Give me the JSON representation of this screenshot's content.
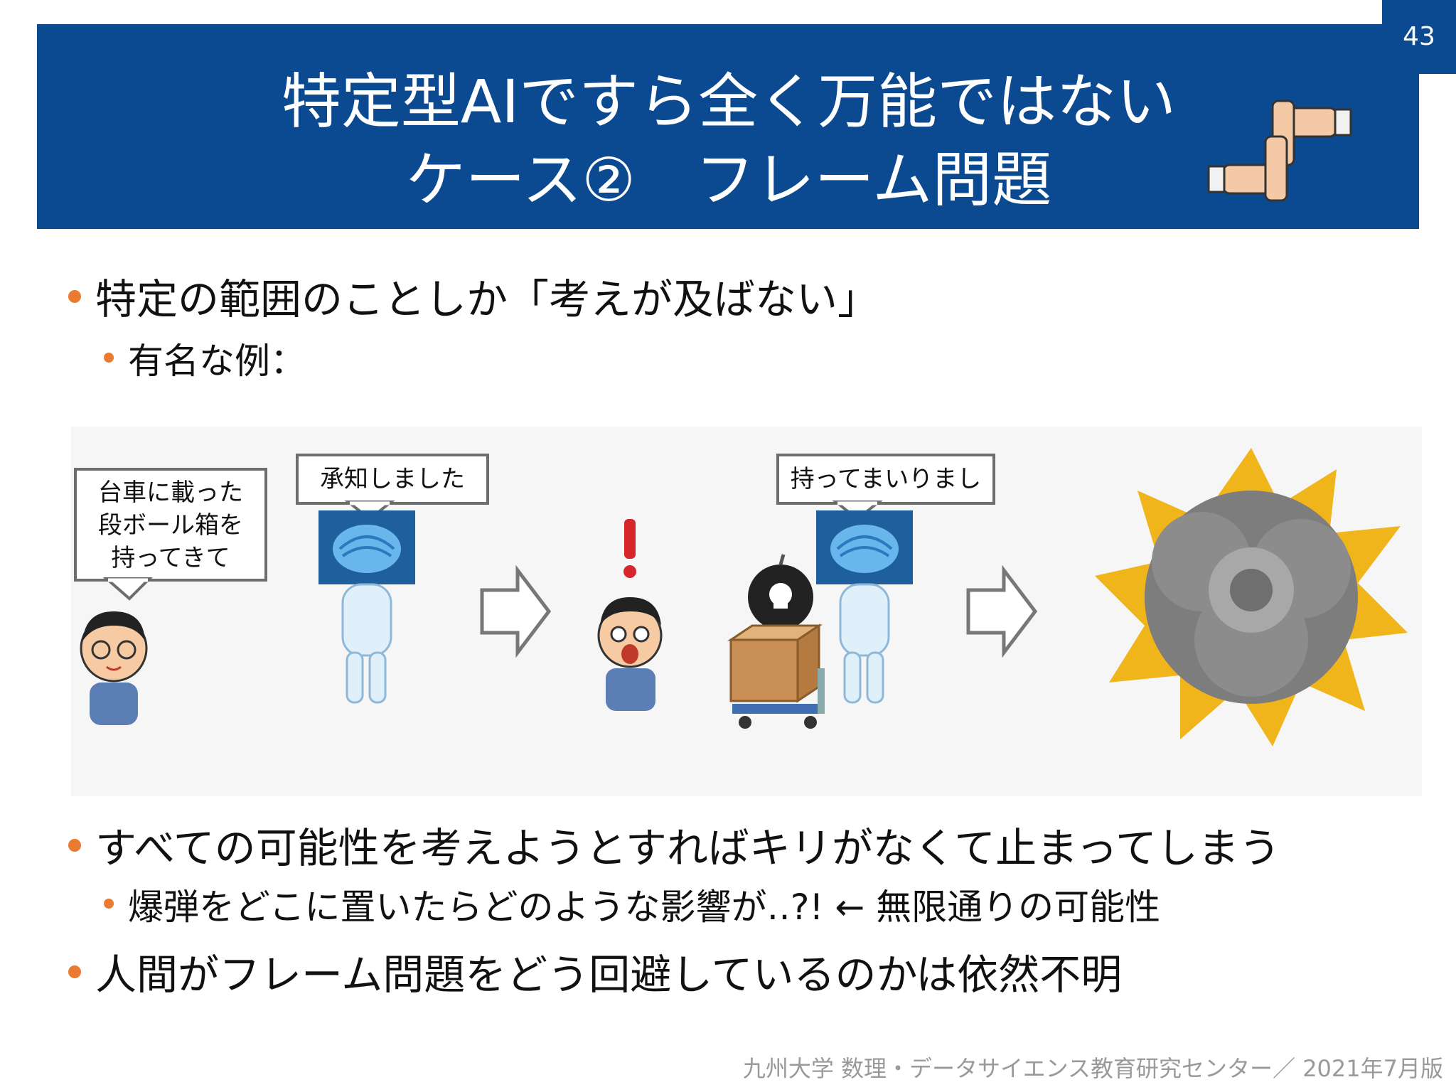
{
  "slide": {
    "page_number": "43",
    "title_line1": "特定型AIですら全く万能ではない",
    "title_line2": "ケース②　フレーム問題"
  },
  "bullets": {
    "b1": "特定の範囲のことしか「考えが及ばない」",
    "b1_sub": "有名な例：",
    "b2": "すべての可能性を考えようとすればキリがなくて止まってしまう",
    "b2_sub": "爆弾をどこに置いたらどのような影響が‥?! ← 無限通りの可能性",
    "b3": "人間がフレーム問題をどう回避しているのかは依然不明"
  },
  "illustration": {
    "bubble_request": [
      "台車に載った",
      "段ボール箱を",
      "持ってきて"
    ],
    "bubble_ack": "承知しました",
    "bubble_done": "持ってまいりました"
  },
  "footer": "九州大学 数理・データサイエンス教育研究センター／ 2021年7月版",
  "colors": {
    "header_blue": "#0b4a91",
    "bullet_orange": "#ea7a2f",
    "footer_gray": "#9a9a9a"
  }
}
